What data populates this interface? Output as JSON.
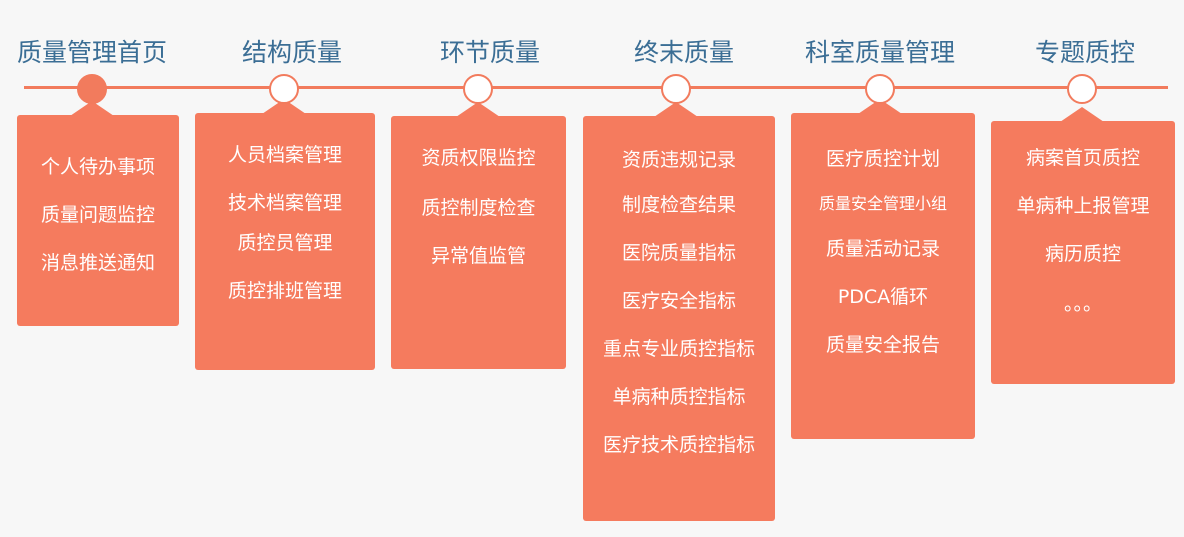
{
  "columns": [
    {
      "title": "质量管理首页",
      "active": true,
      "items": [
        "个人待办事项",
        "质量问题监控",
        "消息推送通知"
      ]
    },
    {
      "title": "结构质量",
      "active": false,
      "items": [
        "人员档案管理",
        "技术档案管理",
        "质控员管理",
        "质控排班管理"
      ]
    },
    {
      "title": "环节质量",
      "active": false,
      "items": [
        "资质权限监控",
        "质控制度检查",
        "异常值监管"
      ]
    },
    {
      "title": "终末质量",
      "active": false,
      "items": [
        "资质违规记录",
        "制度检查结果",
        "医院质量指标",
        "医疗安全指标",
        "重点专业质控指标",
        "单病种质控指标",
        "医疗技术质控指标"
      ]
    },
    {
      "title": "科室质量管理",
      "active": false,
      "items": [
        "医疗质控计划",
        "质量安全管理小组",
        "质量活动记录",
        "PDCA循环",
        "质量安全报告"
      ]
    },
    {
      "title": "专题质控",
      "active": false,
      "items": [
        "病案首页质控",
        "单病种上报管理",
        "病历质控",
        "。。。"
      ]
    }
  ]
}
